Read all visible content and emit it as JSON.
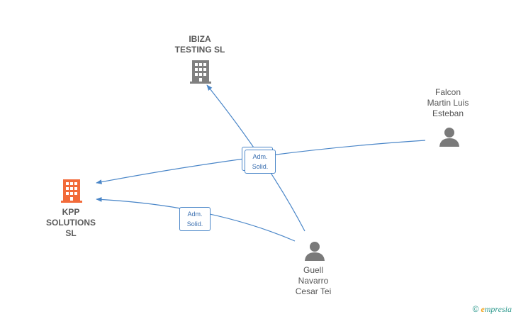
{
  "nodes": {
    "ibiza": {
      "label": "IBIZA\nTESTING  SL",
      "type": "company"
    },
    "kpp": {
      "label": "KPP\nSOLUTIONS\nSL",
      "type": "company-highlight"
    },
    "falcon": {
      "label": "Falcon\nMartin Luis\nEsteban",
      "type": "person"
    },
    "guell": {
      "label": "Guell\nNavarro\nCesar Tei",
      "type": "person"
    }
  },
  "edges": [
    {
      "from": "guell",
      "to": "ibiza",
      "label": "Adm.\nSolid."
    },
    {
      "from": "falcon",
      "to": "kpp",
      "label": "Adm.\nSolid."
    },
    {
      "from": "guell",
      "to": "kpp",
      "label": "Adm.\nSolid."
    }
  ],
  "badges": {
    "center": {
      "line1": "Adm.",
      "line2": "Solid."
    },
    "lower": {
      "line1": "Adm.",
      "line2": "Solid."
    }
  },
  "colors": {
    "edge": "#4a86c8",
    "company_icon": "#808080",
    "highlight_icon": "#f26b3a",
    "person_icon": "#7a7a7a"
  },
  "footer": {
    "copyright": "©",
    "brand_initial": "e",
    "brand_rest": "mpresia"
  }
}
